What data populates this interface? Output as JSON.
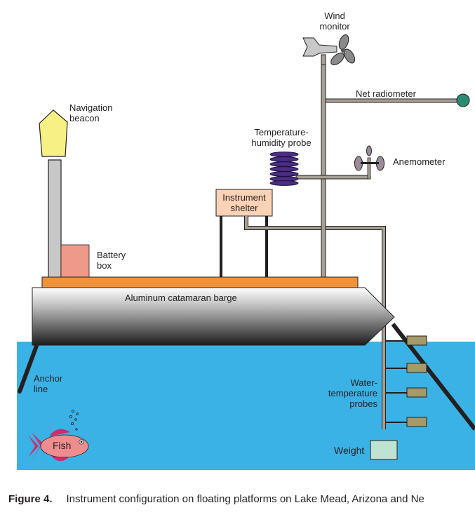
{
  "labels": {
    "wind_monitor": "Wind\nmonitor",
    "net_radiometer": "Net radiometer",
    "navigation_beacon": "Navigation\nbeacon",
    "temp_humidity_probe": "Temperature-\nhumidity probe",
    "anemometer": "Anemometer",
    "instrument_shelter": "Instrument\nshelter",
    "battery_box": "Battery\nbox",
    "barge": "Aluminum catamaran barge",
    "anchor_line": "Anchor\nline",
    "water_temp_probes": "Water-\ntemperature\nprobes",
    "fish": "Fish",
    "weight": "Weight"
  },
  "caption": {
    "figure": "Figure 4.",
    "text": "Instrument configuration on floating platforms on Lake Mead, Arizona and Ne"
  },
  "colors": {
    "water": "#3bb2e6",
    "deck": "#f0923a",
    "beacon": "#f7f185",
    "battery": "#ee9a8a",
    "shelter": "#fbd2b5",
    "pole": "#a59f94",
    "probe_stack": "#4b2e83",
    "radiometer": "#2b8b73",
    "fish": "#ef8d8e",
    "fin": "#cf2b6d",
    "probe_box": "#a49a6a",
    "weight": "#bfe3d2"
  }
}
